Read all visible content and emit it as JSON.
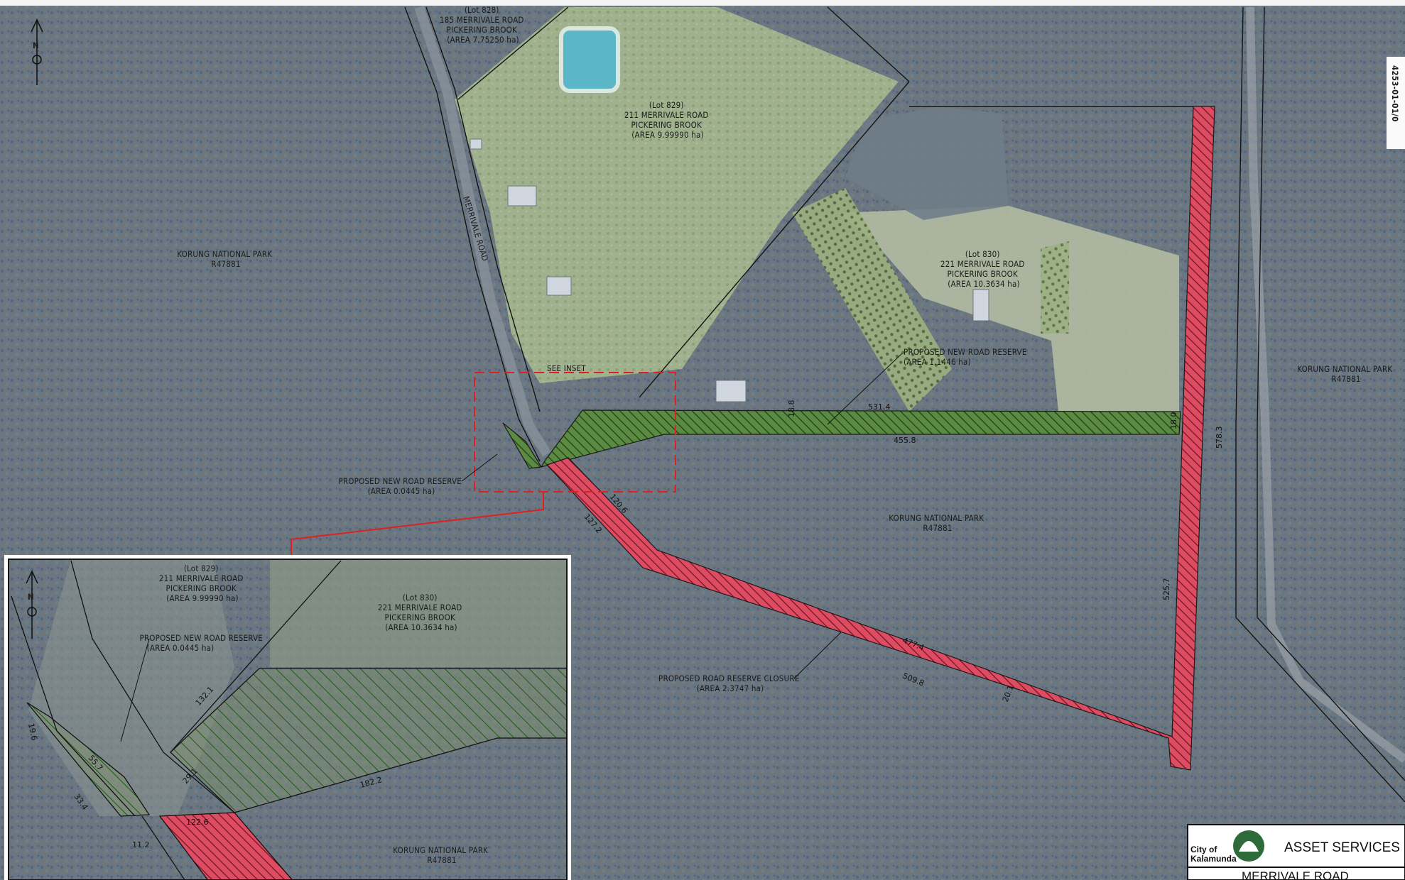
{
  "drawing_number": "4253-01-01/0",
  "north_arrow": "N",
  "lots": {
    "lot828": [
      "(Lot 828)",
      "185 MERRIVALE ROAD",
      "PICKERING BROOK",
      "(AREA 7.75250 ha)"
    ],
    "lot829": [
      "(Lot 829)",
      "211 MERRIVALE ROAD",
      "PICKERING BROOK",
      "(AREA 9.99990 ha)"
    ],
    "lot830": [
      "(Lot 830)",
      "221 MERRIVALE ROAD",
      "PICKERING BROOK",
      "(AREA 10.3634 ha)"
    ]
  },
  "park": {
    "name": "KORUNG NATIONAL PARK",
    "reserve": "R47881"
  },
  "road_name": "MERRIVALE ROAD",
  "see_inset": "SEE INSET",
  "reserve_new_large": [
    "PROPOSED NEW ROAD RESERVE",
    "(AREA 1.1446 ha)"
  ],
  "reserve_new_small": [
    "PROPOSED NEW ROAD RESERVE",
    "(AREA 0.0445 ha)"
  ],
  "reserve_closure": [
    "PROPOSED ROAD RESERVE CLOSURE",
    "(AREA 2.3747 ha)"
  ],
  "dimensions": {
    "green_top": "531.4",
    "green_bottom": "455.8",
    "green_left_width": "18.8",
    "green_right_width": "18.0",
    "red_right_outer": "578.3",
    "red_right_inner": "525.7",
    "red_bottom_outer": "509.8",
    "red_bottom_inner": "477.4",
    "red_bottom_width": "20.1",
    "red_diag_a": "120.6",
    "red_diag_b": "127.2"
  },
  "inset_dimensions": {
    "d1": "132.1",
    "d2": "182.2",
    "d3": "29.1",
    "d4": "122.6",
    "d5": "55.7",
    "d6": "11.2",
    "d7": "19.6",
    "d8": "33.4"
  },
  "title_block": {
    "org_line1": "City of",
    "org_line2": "Kalamunda",
    "department": "ASSET SERVICES",
    "project": "MERRIVALE ROAD"
  },
  "colors": {
    "bush": "#667583",
    "farmland": "#9aae83",
    "green_reserve": "#4f7c3c",
    "red_closure": "#d8475b",
    "dam": "#55b6c6"
  }
}
